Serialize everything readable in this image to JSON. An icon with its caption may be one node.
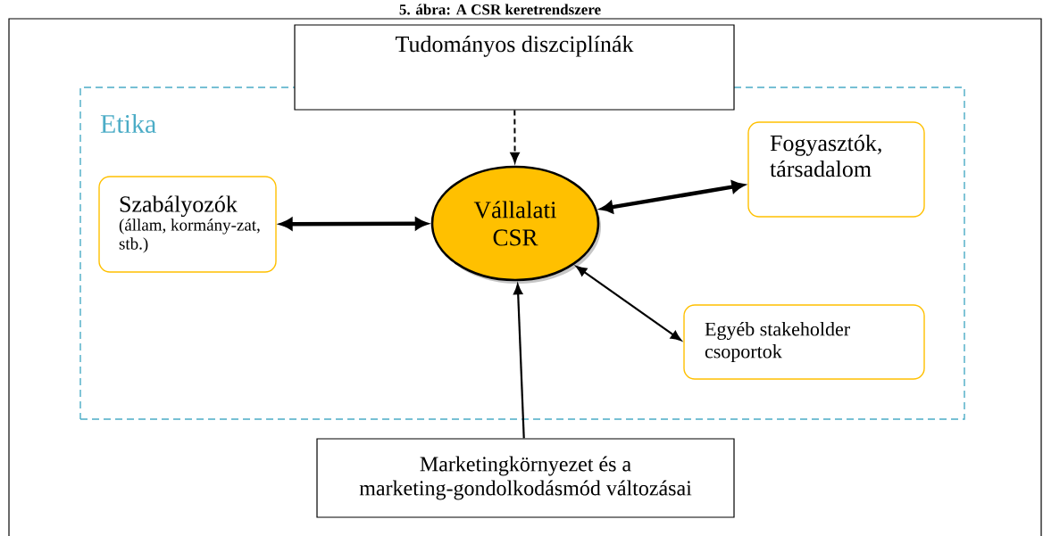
{
  "diagram": {
    "title": "5. ábra: A CSR keretrendszere",
    "nodes": [
      {
        "text": [
          "Tudományos diszciplínák"
        ]
      },
      {
        "text": [
          "Etika"
        ]
      },
      {
        "text": [
          "Szabályozók",
          "(állam, kormány-zat, stb.)"
        ],
        "in": 1
      },
      {
        "text": [
          "Vállalati CSR"
        ],
        "in": 1
      },
      {
        "text": [
          "Fogyasztók, társadalom"
        ],
        "in": 1
      },
      {
        "text": [
          "Egyéb stakeholder csoportok"
        ],
        "in": 1
      },
      {
        "text": [
          "Marketingkörnyezet és a marketing-gondolkodásmód változásai"
        ]
      }
    ],
    "edges": [
      {
        "from": 0,
        "to": 3,
        "arrow": "to",
        "style": "dashed"
      },
      {
        "from": 2,
        "to": 3,
        "arrow": "both",
        "style": "thick"
      },
      {
        "from": 3,
        "to": 4,
        "arrow": "both",
        "style": "thick"
      },
      {
        "from": 3,
        "to": 5,
        "arrow": "both"
      },
      {
        "from": 6,
        "to": 3,
        "arrow": "to"
      }
    ]
  }
}
